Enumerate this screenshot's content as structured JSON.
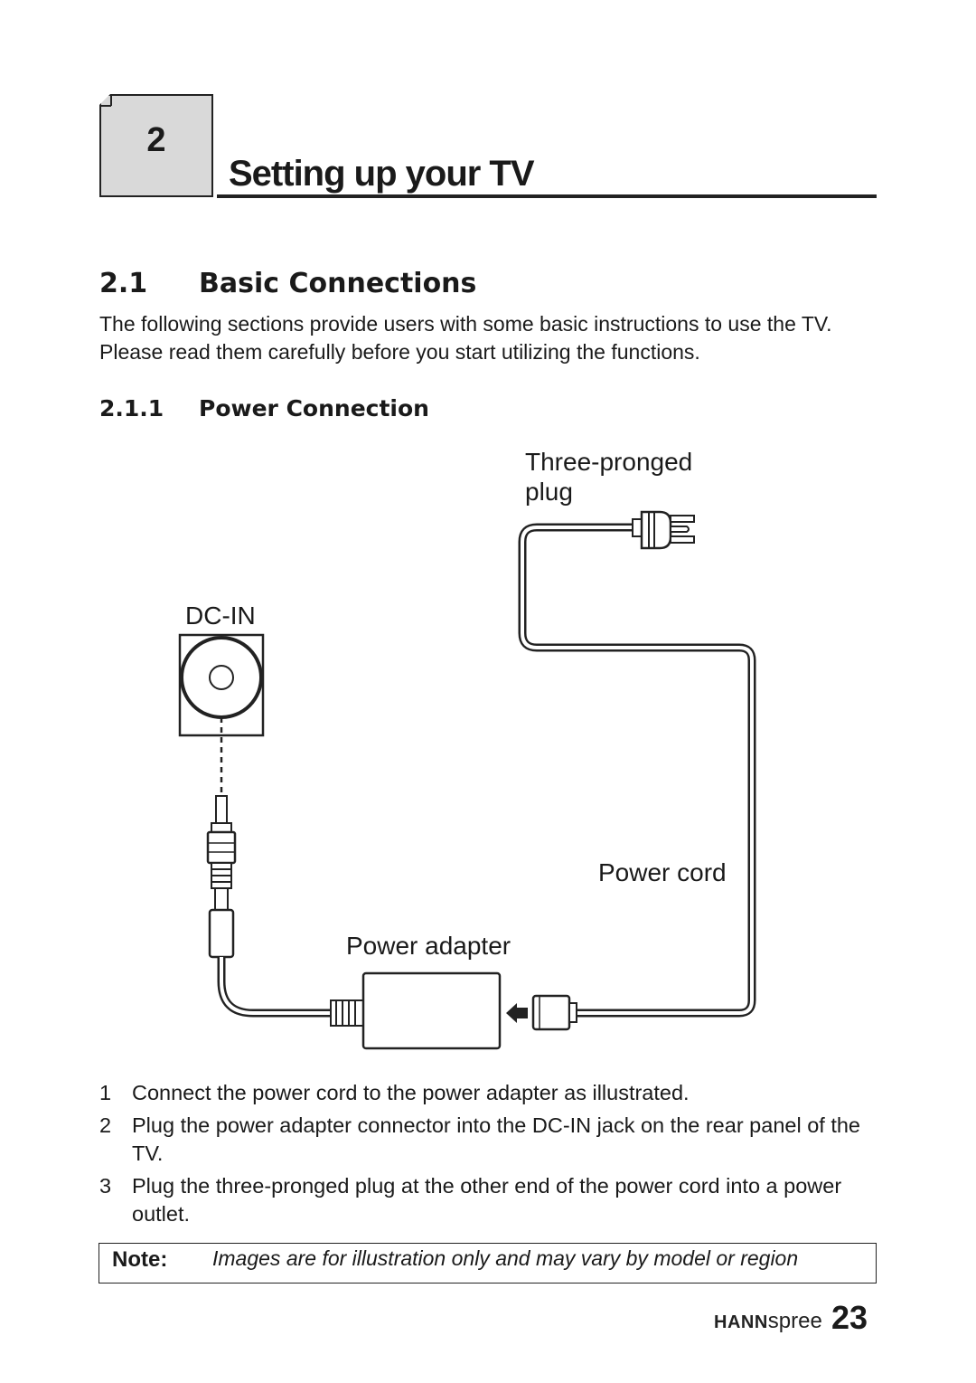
{
  "chapter": {
    "number": "2",
    "title": "Setting up your TV"
  },
  "section": {
    "number": "2.1",
    "title": "Basic Connections",
    "intro": "The following sections provide users with some basic instructions to use the TV. Please read them carefully before you start utilizing the functions."
  },
  "subsection": {
    "number": "2.1.1",
    "title": "Power Connection"
  },
  "diagram": {
    "plug_label": "Three-pronged plug",
    "dcin_label": "DC-IN",
    "cord_label": "Power cord",
    "adapter_label": "Power adapter"
  },
  "steps": [
    {
      "num": "1",
      "text": "Connect the power cord to the power adapter as illustrated."
    },
    {
      "num": "2",
      "text": "Plug the power adapter connector into the DC-IN jack on the rear panel of the TV."
    },
    {
      "num": "3",
      "text": "Plug the three-pronged plug at the other end of the power cord into a power outlet."
    }
  ],
  "note": {
    "label": "Note:",
    "text": "Images are for illustration only and may vary by model or region"
  },
  "footer": {
    "brand_bold": "HANN",
    "brand_rest": "spree",
    "page": "23"
  }
}
